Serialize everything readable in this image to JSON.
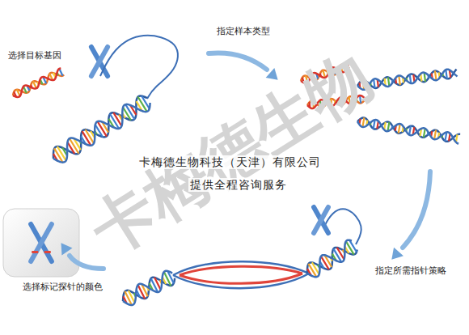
{
  "diagram": {
    "labels": [
      "选择目标基因",
      "指定样本类型",
      "卡梅德生物科技（天津）有限公司",
      "提供全程咨询服务",
      "指定所需指针策略",
      "选择标记探针的颜色",
      "卡梅德生物"
    ]
  }
}
